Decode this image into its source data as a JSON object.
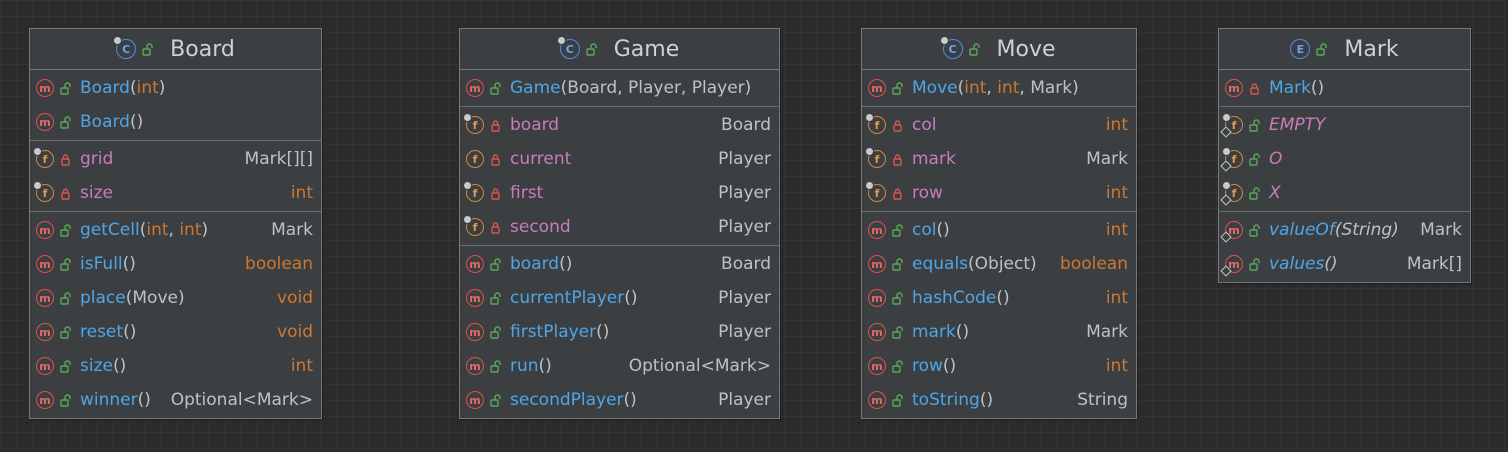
{
  "classes": [
    {
      "name": "Board",
      "kind": "class",
      "sections": [
        [
          {
            "kind": "m",
            "vis": "public",
            "name": "Board",
            "params": [
              {
                "text": "(",
                "c": "p"
              },
              {
                "text": "int",
                "c": "k"
              },
              {
                "text": ")",
                "c": "p"
              }
            ],
            "type": ""
          },
          {
            "kind": "m",
            "vis": "public",
            "name": "Board",
            "params": [
              {
                "text": "()",
                "c": "p"
              }
            ],
            "type": ""
          }
        ],
        [
          {
            "kind": "f",
            "vis": "private",
            "final": true,
            "name": "grid",
            "params": [],
            "type": "Mark[][]"
          },
          {
            "kind": "f",
            "vis": "private",
            "final": true,
            "name": "size",
            "params": [],
            "type": "int",
            "typeKw": true
          }
        ],
        [
          {
            "kind": "m",
            "vis": "public",
            "name": "getCell",
            "params": [
              {
                "text": "(",
                "c": "p"
              },
              {
                "text": "int",
                "c": "k"
              },
              {
                "text": ", ",
                "c": "p"
              },
              {
                "text": "int",
                "c": "k"
              },
              {
                "text": ")",
                "c": "p"
              }
            ],
            "type": "Mark"
          },
          {
            "kind": "m",
            "vis": "public",
            "name": "isFull",
            "params": [
              {
                "text": "()",
                "c": "p"
              }
            ],
            "type": "boolean",
            "typeKw": true
          },
          {
            "kind": "m",
            "vis": "public",
            "name": "place",
            "params": [
              {
                "text": "(Move)",
                "c": "p"
              }
            ],
            "type": "void",
            "typeKw": true
          },
          {
            "kind": "m",
            "vis": "public",
            "name": "reset",
            "params": [
              {
                "text": "()",
                "c": "p"
              }
            ],
            "type": "void",
            "typeKw": true
          },
          {
            "kind": "m",
            "vis": "public",
            "name": "size",
            "params": [
              {
                "text": "()",
                "c": "p"
              }
            ],
            "type": "int",
            "typeKw": true
          },
          {
            "kind": "m",
            "vis": "public",
            "name": "winner",
            "params": [
              {
                "text": "()",
                "c": "p"
              }
            ],
            "type": "Optional<Mark>"
          }
        ]
      ]
    },
    {
      "name": "Game",
      "kind": "class",
      "sections": [
        [
          {
            "kind": "m",
            "vis": "public",
            "name": "Game",
            "params": [
              {
                "text": "(Board, Player, Player)",
                "c": "p"
              }
            ],
            "type": ""
          }
        ],
        [
          {
            "kind": "f",
            "vis": "private",
            "final": true,
            "name": "board",
            "params": [],
            "type": "Board"
          },
          {
            "kind": "f",
            "vis": "private",
            "name": "current",
            "params": [],
            "type": "Player"
          },
          {
            "kind": "f",
            "vis": "private",
            "final": true,
            "name": "first",
            "params": [],
            "type": "Player"
          },
          {
            "kind": "f",
            "vis": "private",
            "final": true,
            "name": "second",
            "params": [],
            "type": "Player"
          }
        ],
        [
          {
            "kind": "m",
            "vis": "public",
            "name": "board",
            "params": [
              {
                "text": "()",
                "c": "p"
              }
            ],
            "type": "Board"
          },
          {
            "kind": "m",
            "vis": "public",
            "name": "currentPlayer",
            "params": [
              {
                "text": "()",
                "c": "p"
              }
            ],
            "type": "Player"
          },
          {
            "kind": "m",
            "vis": "public",
            "name": "firstPlayer",
            "params": [
              {
                "text": "()",
                "c": "p"
              }
            ],
            "type": "Player"
          },
          {
            "kind": "m",
            "vis": "public",
            "name": "run",
            "params": [
              {
                "text": "()",
                "c": "p"
              }
            ],
            "type": "Optional<Mark>"
          },
          {
            "kind": "m",
            "vis": "public",
            "name": "secondPlayer",
            "params": [
              {
                "text": "()",
                "c": "p"
              }
            ],
            "type": "Player"
          }
        ]
      ]
    },
    {
      "name": "Move",
      "kind": "class",
      "sections": [
        [
          {
            "kind": "m",
            "vis": "public",
            "name": "Move",
            "params": [
              {
                "text": "(",
                "c": "p"
              },
              {
                "text": "int",
                "c": "k"
              },
              {
                "text": ", ",
                "c": "p"
              },
              {
                "text": "int",
                "c": "k"
              },
              {
                "text": ", Mark)",
                "c": "p"
              }
            ],
            "type": ""
          }
        ],
        [
          {
            "kind": "f",
            "vis": "private",
            "final": true,
            "name": "col",
            "params": [],
            "type": "int",
            "typeKw": true
          },
          {
            "kind": "f",
            "vis": "private",
            "final": true,
            "name": "mark",
            "params": [],
            "type": "Mark"
          },
          {
            "kind": "f",
            "vis": "private",
            "final": true,
            "name": "row",
            "params": [],
            "type": "int",
            "typeKw": true
          }
        ],
        [
          {
            "kind": "m",
            "vis": "public",
            "name": "col",
            "params": [
              {
                "text": "()",
                "c": "p"
              }
            ],
            "type": "int",
            "typeKw": true
          },
          {
            "kind": "m",
            "vis": "public",
            "name": "equals",
            "params": [
              {
                "text": "(Object)",
                "c": "p"
              }
            ],
            "type": "boolean",
            "typeKw": true
          },
          {
            "kind": "m",
            "vis": "public",
            "name": "hashCode",
            "params": [
              {
                "text": "()",
                "c": "p"
              }
            ],
            "type": "int",
            "typeKw": true
          },
          {
            "kind": "m",
            "vis": "public",
            "name": "mark",
            "params": [
              {
                "text": "()",
                "c": "p"
              }
            ],
            "type": "Mark"
          },
          {
            "kind": "m",
            "vis": "public",
            "name": "row",
            "params": [
              {
                "text": "()",
                "c": "p"
              }
            ],
            "type": "int",
            "typeKw": true
          },
          {
            "kind": "m",
            "vis": "public",
            "name": "toString",
            "params": [
              {
                "text": "()",
                "c": "p"
              }
            ],
            "type": "String"
          }
        ]
      ]
    },
    {
      "name": "Mark",
      "kind": "enum",
      "sections": [
        [
          {
            "kind": "m",
            "vis": "private",
            "name": "Mark",
            "params": [
              {
                "text": "()",
                "c": "p"
              }
            ],
            "type": ""
          }
        ],
        [
          {
            "kind": "f",
            "vis": "public",
            "final": true,
            "static": true,
            "italic": true,
            "name": "EMPTY",
            "params": [],
            "type": ""
          },
          {
            "kind": "f",
            "vis": "public",
            "final": true,
            "static": true,
            "italic": true,
            "name": "O",
            "params": [],
            "type": ""
          },
          {
            "kind": "f",
            "vis": "public",
            "final": true,
            "static": true,
            "italic": true,
            "name": "X",
            "params": [],
            "type": ""
          }
        ],
        [
          {
            "kind": "m",
            "vis": "public",
            "static": true,
            "italic": true,
            "name": "valueOf",
            "params": [
              {
                "text": "(String)",
                "c": "p"
              }
            ],
            "type": "Mark"
          },
          {
            "kind": "m",
            "vis": "public",
            "static": true,
            "italic": true,
            "name": "values",
            "params": [
              {
                "text": "()",
                "c": "p"
              }
            ],
            "type": "Mark[]"
          }
        ]
      ]
    }
  ],
  "icons": {
    "class": "class-icon",
    "enum": "enum-icon",
    "method": "method-icon",
    "field": "field-icon",
    "public": "unlock-icon",
    "private": "lock-icon",
    "class_letter": "C",
    "enum_letter": "E",
    "method_letter": "m",
    "field_letter": "f"
  },
  "colors": {
    "background": "#2b2b2b",
    "box": "#3c3f41",
    "border": "#777a7c",
    "method_name": "#4ea6e8",
    "field_name": "#c77dbb",
    "enum_constant": "#c77dbb",
    "plain_text": "#bfc2c4",
    "keyword": "#cc7832",
    "public_icon": "#5aa85a",
    "private_icon": "#d9534f"
  }
}
